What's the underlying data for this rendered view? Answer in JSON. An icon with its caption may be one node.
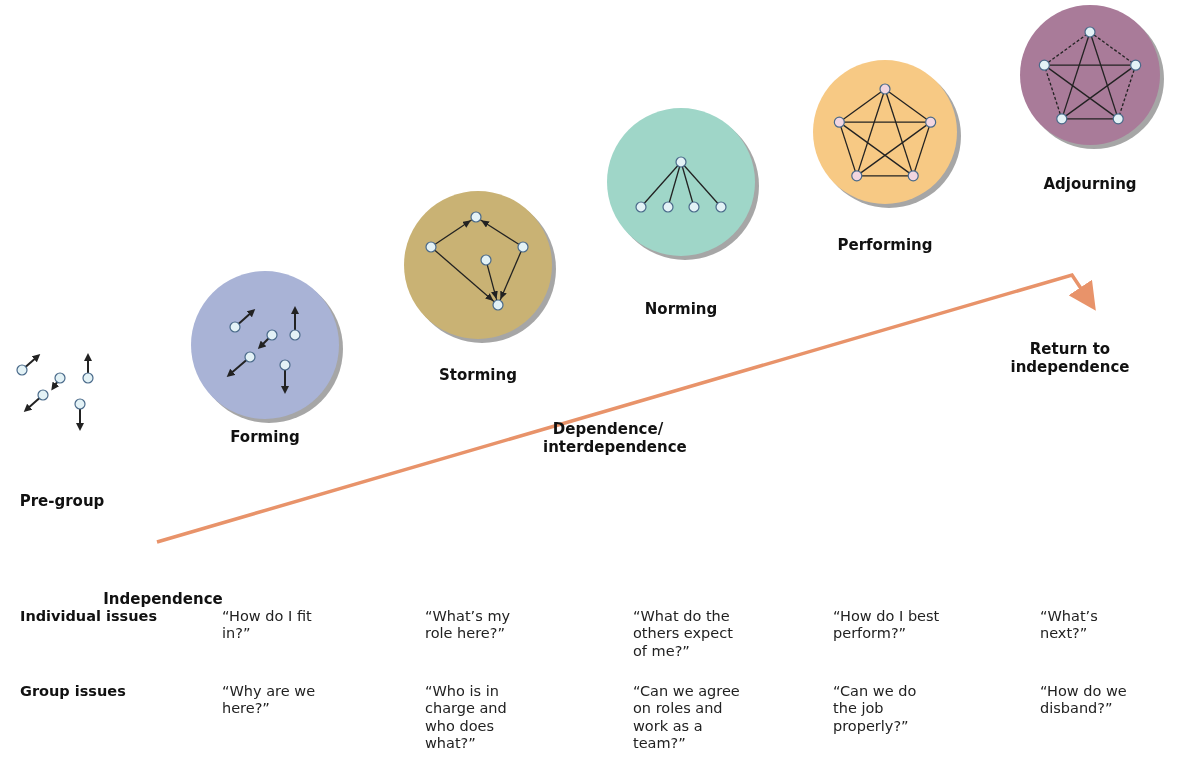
{
  "diagram": {
    "nodes": [
      {
        "text": [
          "Pre-group"
        ]
      },
      {
        "text": [
          "Forming"
        ]
      },
      {
        "text": [
          "Storming"
        ]
      },
      {
        "text": [
          "Norming"
        ]
      },
      {
        "text": [
          "Performing"
        ]
      },
      {
        "text": [
          "Adjourning"
        ]
      }
    ],
    "labels": [
      "Independence",
      "Dependence/ interdependence",
      "Return to independence",
      "Individual issues",
      "“How do I fit in?”",
      "“What’s my role here?”",
      "“What do the others expect of me?”",
      "“How do I best perform?”",
      "“What’s next?”",
      "Group issues",
      "“Why are we here?”",
      "“Who is in charge and who does what?”",
      "“Can we agree on roles and work as a team?”",
      "“Can we do the job properly?”",
      "“How do we disband?”"
    ]
  }
}
